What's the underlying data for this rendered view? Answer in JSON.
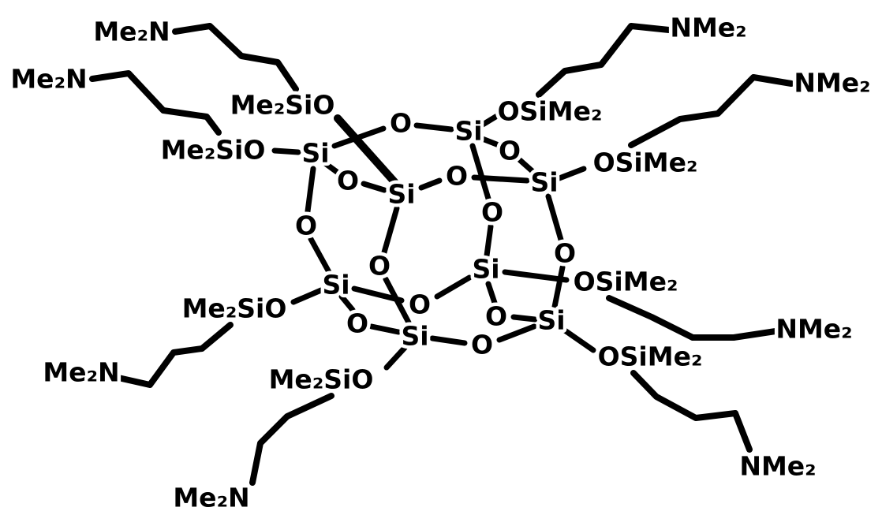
{
  "molecule": {
    "atom_labels": {
      "si": "Si",
      "o": "O",
      "silyl_left": "Me₂SiO",
      "silyl_right": "OSiMe₂",
      "amine_left": "Me₂N",
      "amine_right": "NMe₂"
    },
    "colors": {
      "bond": "#000000",
      "text": "#000000",
      "background": "#ffffff"
    }
  }
}
